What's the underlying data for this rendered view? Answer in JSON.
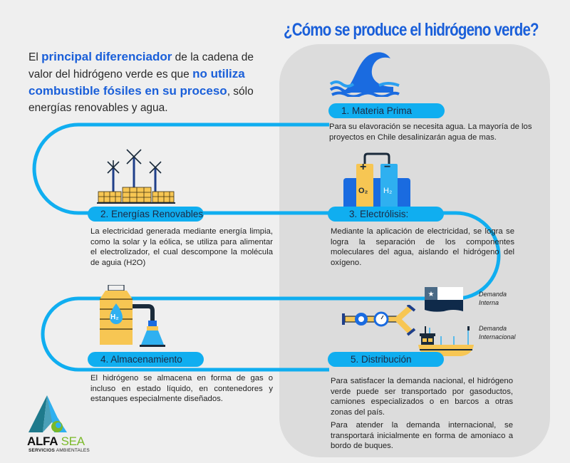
{
  "title": "¿Cómo se produce el hidrógeno verde?",
  "intro": {
    "part1": "El ",
    "hl1": "principal diferenciador",
    "part2": " de la cadena de valor del hidrógeno verde es que ",
    "hl2": "no utiliza combustible fósiles en su proceso",
    "part3": ", sólo energías renovables y agua."
  },
  "steps": [
    {
      "label": "1.  Materia Prima",
      "icon": "wave-icon",
      "text": [
        "Para su elavoración se necesita agua. La mayoría de los proyectos en Chile desalinizarán agua de mas."
      ]
    },
    {
      "label": "2. Energías Renovables",
      "icon": "wind-solar-icon",
      "text": [
        "La electricidad generada mediante energía limpia, como la solar y la eólica, se utiliza para alimentar el electrolizador, el cual descompone la molécula de aguia (H2O)"
      ]
    },
    {
      "label": "3. Electrólisis:",
      "icon": "electrolysis-icon",
      "text": [
        "Mediante la aplicación de electricidad, se logra se logra la separación de los componentes moleculares del agua, aislando el hidrógeno del oxígeno."
      ]
    },
    {
      "label": "4. Almacenamiento",
      "icon": "storage-tank-icon",
      "text": [
        "El hidrógeno se almacena en forma de gas o incluso en estado líquido, en contenedores y estanques especialmente diseñados."
      ]
    },
    {
      "label": "5. Distribución",
      "icon": "pipeline-icon",
      "text": [
        "Para satisfacer la demanda nacional, el hidrógeno verde puede ser transportado por gasoductos, camiones especializados o en barcos a otras zonas del país.",
        "Para atender la demanda internacional, se transportará inicialmente en forma de amoniaco a bordo de buques."
      ]
    }
  ],
  "electrolysis": {
    "plus": "+",
    "minus": "−",
    "o2": "O₂",
    "h2": "H₂"
  },
  "storage": {
    "h2": "H₂"
  },
  "demand": {
    "internal": [
      "Demanda",
      "Interna"
    ],
    "international": [
      "Demanda",
      "Internacional"
    ]
  },
  "logo": {
    "name_a": "ALFA",
    "name_b": " SEA",
    "subtitle_a": "SERVICIOS",
    "subtitle_b": " AMBIENTALES"
  },
  "colors": {
    "title_blue": "#1a5fd9",
    "path_blue": "#10aef0",
    "panel_gray": "#dcdcdc",
    "yellow": "#f7c653",
    "navy": "#0f2a4a"
  }
}
